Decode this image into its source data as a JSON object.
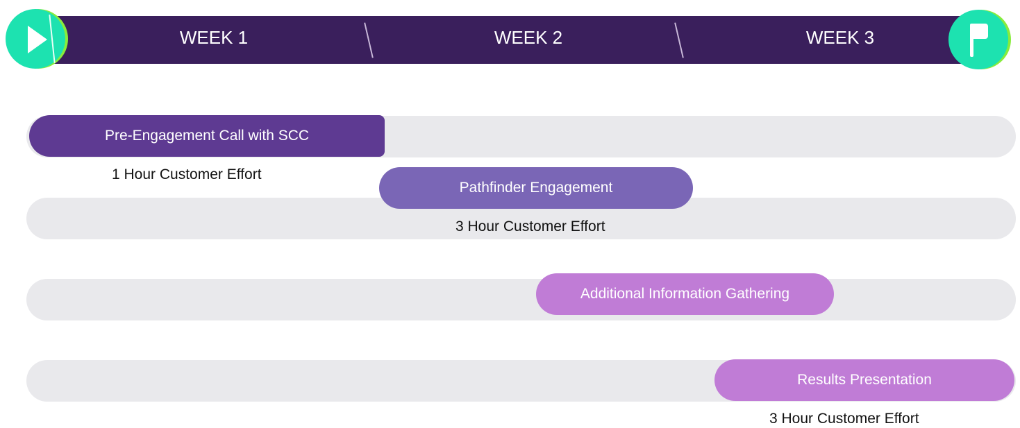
{
  "header": {
    "weeks": [
      "WEEK 1",
      "WEEK 2",
      "WEEK 3"
    ],
    "start_icon": "play-icon",
    "end_icon": "flag-icon",
    "colors": {
      "bar": "#3a1f5c",
      "marker": "#1de2b0",
      "marker_accent": "#88ec3c"
    }
  },
  "phases": [
    {
      "label": "Pre-Engagement Call with SCC",
      "effort": "1 Hour Customer Effort",
      "color": "#5e3a92"
    },
    {
      "label": "Pathfinder Engagement",
      "effort": "3 Hour Customer Effort",
      "color": "#7a66b6"
    },
    {
      "label": "Additional Information Gathering",
      "effort": "",
      "color": "#c07cd6"
    },
    {
      "label": "Results Presentation",
      "effort": "3 Hour Customer Effort",
      "color": "#c07cd6"
    }
  ]
}
